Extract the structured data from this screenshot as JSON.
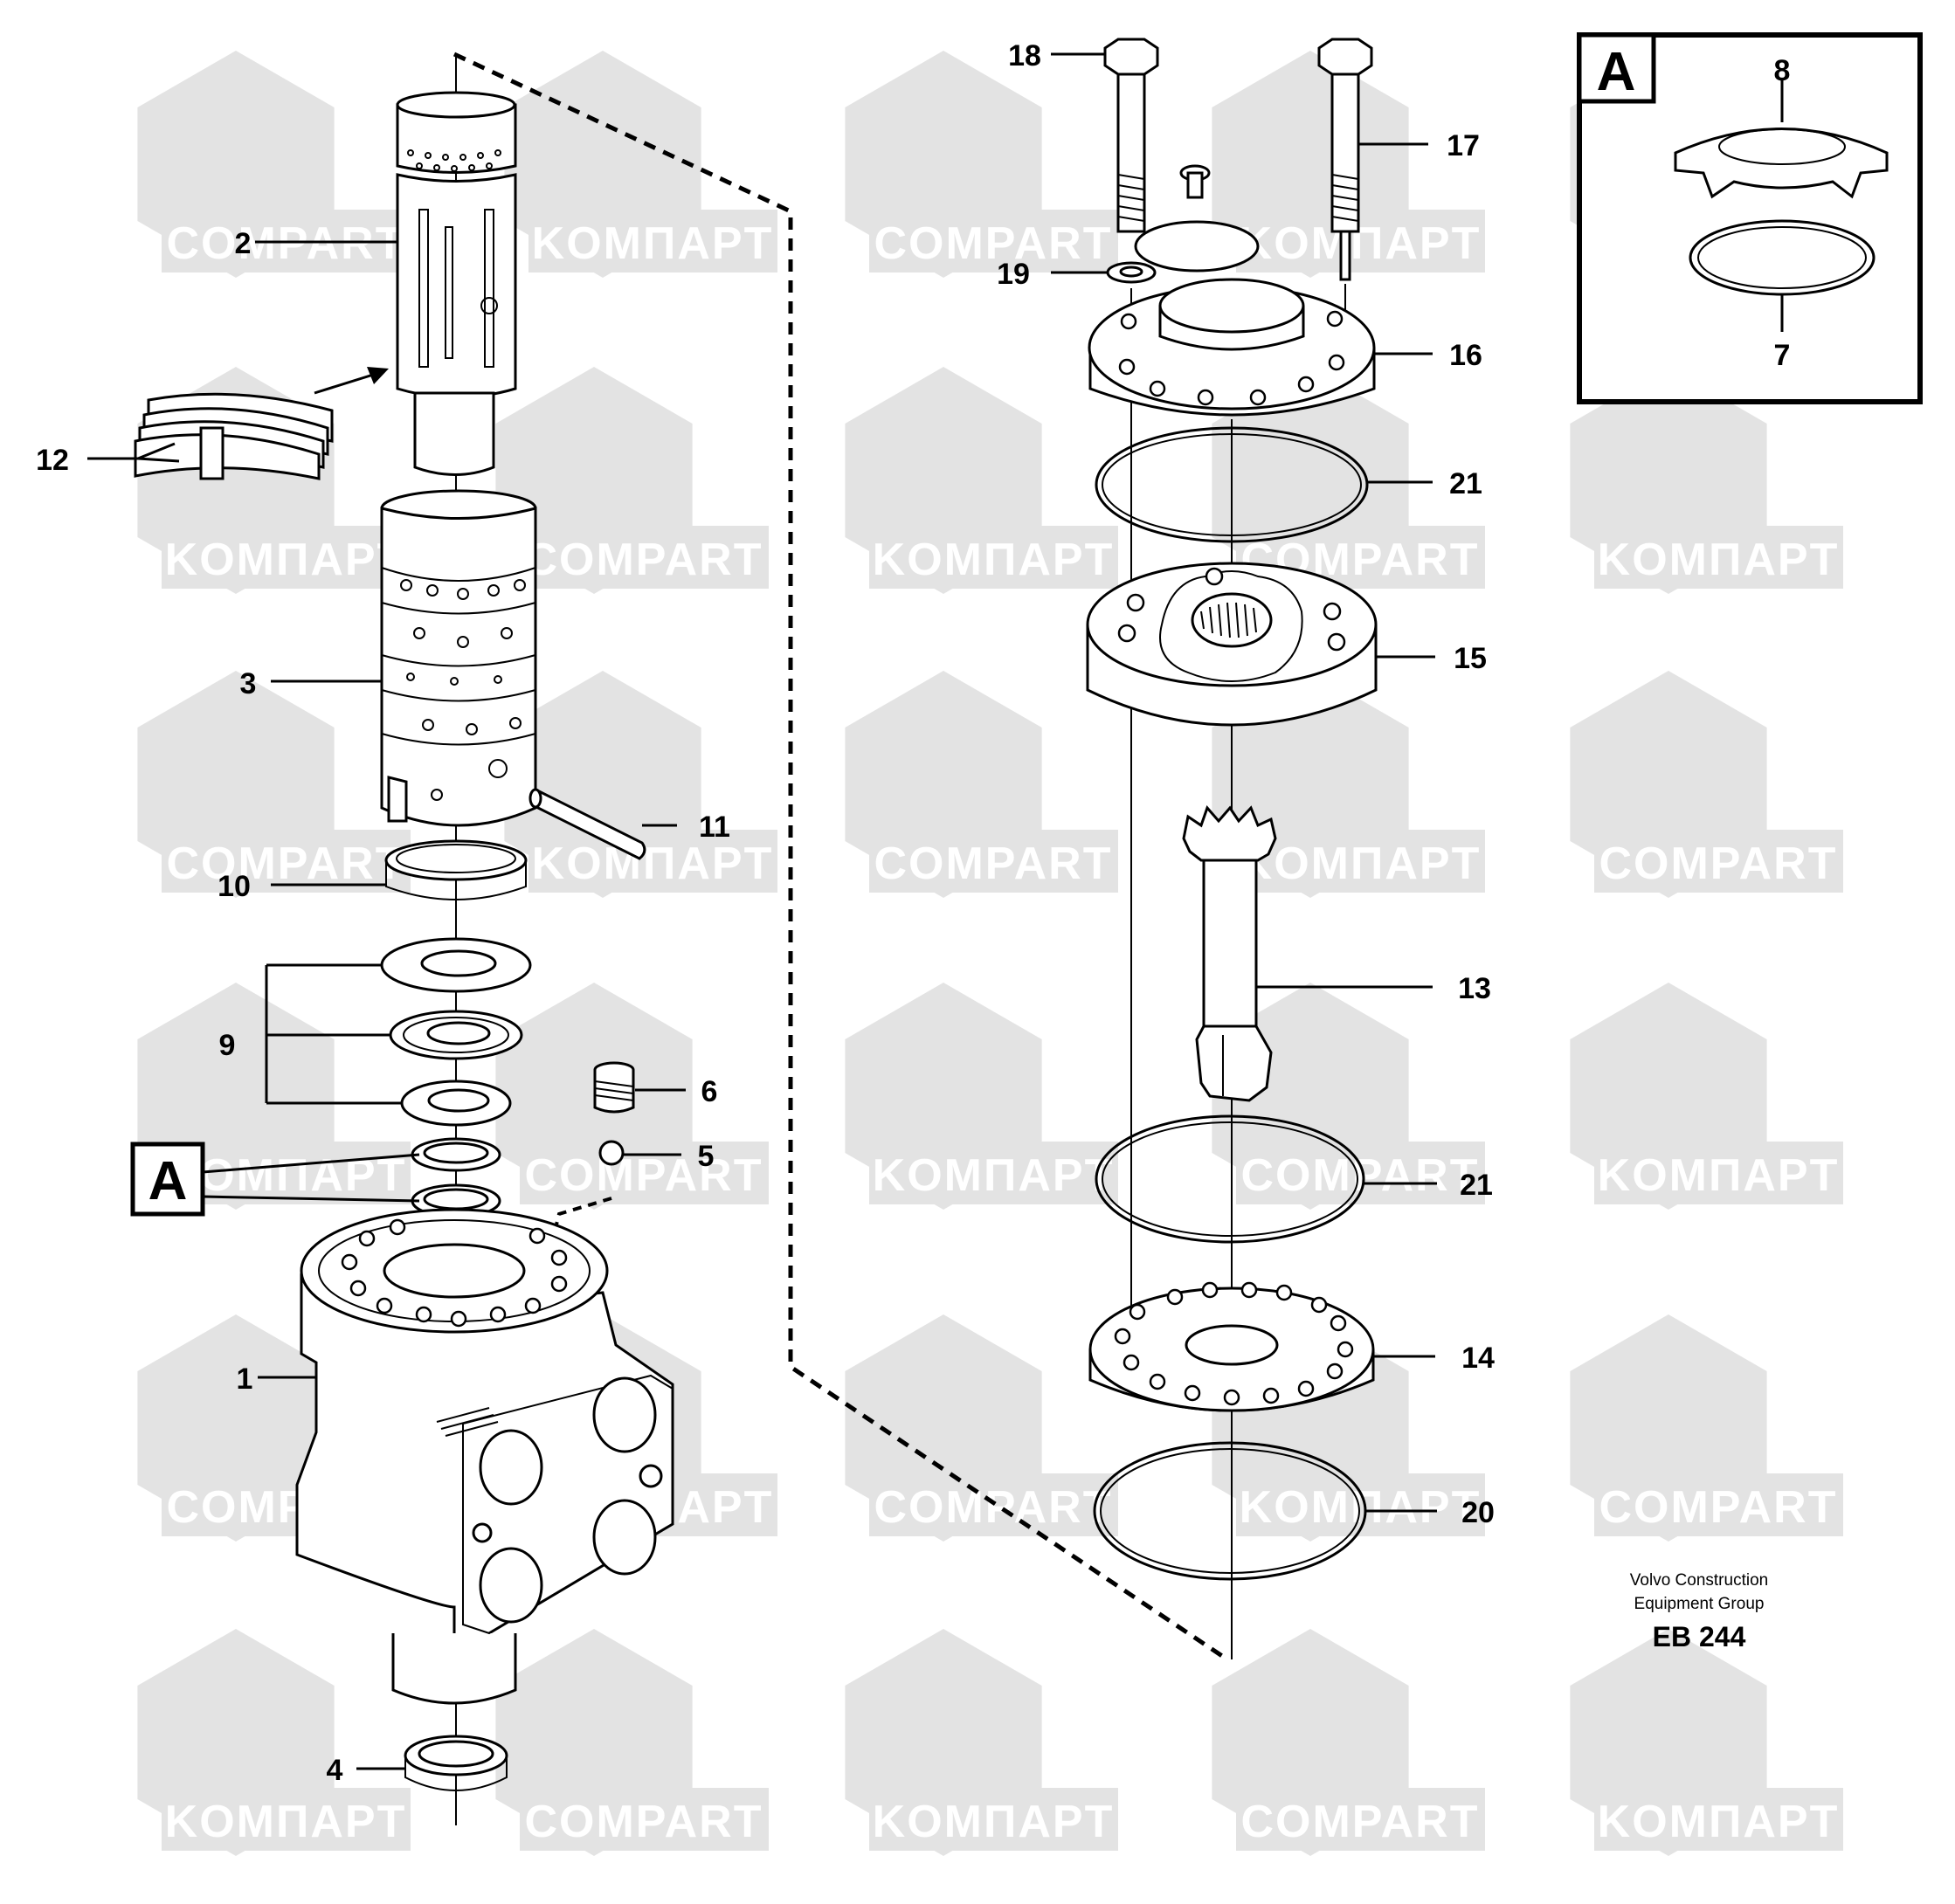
{
  "diagram": {
    "watermarks": [
      "KOMПAPT",
      "COMPART"
    ],
    "callouts": {
      "c1": "1",
      "c2": "2",
      "c3": "3",
      "c4": "4",
      "c5": "5",
      "c6": "6",
      "c7": "7",
      "c8": "8",
      "c9": "9",
      "c10": "10",
      "c11": "11",
      "c12": "12",
      "c13": "13",
      "c14": "14",
      "c15": "15",
      "c16": "16",
      "c17": "17",
      "c18": "18",
      "c19": "19",
      "c20": "20",
      "c21a": "21",
      "c21b": "21"
    },
    "detail_label": "A",
    "ref_label": "A",
    "caption_line1": "Volvo Construction",
    "caption_line2": "Equipment Group",
    "doc_id": "EB 244"
  }
}
